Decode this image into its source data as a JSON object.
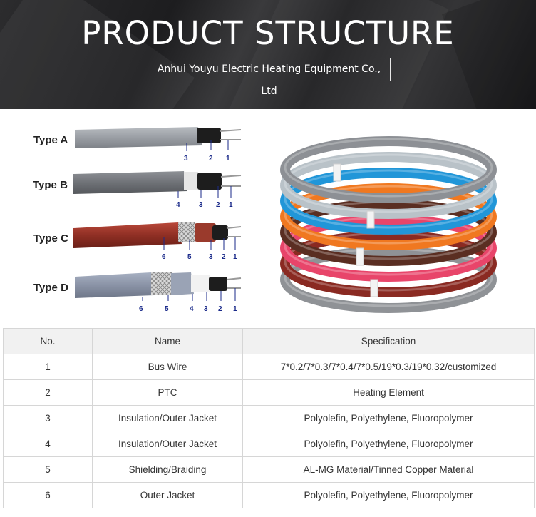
{
  "banner": {
    "title": "PRODUCT STRUCTURE",
    "company": "Anhui Youyu Electric Heating Equipment Co., Ltd"
  },
  "types": [
    {
      "label": "Type A",
      "numbers": [
        "3",
        "2",
        "1"
      ]
    },
    {
      "label": "Type B",
      "numbers": [
        "4",
        "3",
        "2",
        "1"
      ]
    },
    {
      "label": "Type C",
      "numbers": [
        "6",
        "5",
        "3",
        "2",
        "1"
      ]
    },
    {
      "label": "Type D",
      "numbers": [
        "6",
        "5",
        "4",
        "3",
        "2",
        "1"
      ]
    }
  ],
  "coil_colors": [
    "#8d9095",
    "#b9c2c8",
    "#2196d8",
    "#f07820",
    "#5a2e22",
    "#e8456a",
    "#8a2a22",
    "#8f9296"
  ],
  "table": {
    "headers": [
      "No.",
      "Name",
      "Specification"
    ],
    "rows": [
      [
        "1",
        "Bus Wire",
        "7*0.2/7*0.3/7*0.4/7*0.5/19*0.3/19*0.32/customized"
      ],
      [
        "2",
        "PTC",
        "Heating Element"
      ],
      [
        "3",
        "Insulation/Outer Jacket",
        "Polyolefin, Polyethylene, Fluoropolymer"
      ],
      [
        "4",
        "Insulation/Outer Jacket",
        "Polyolefin, Polyethylene, Fluoropolymer"
      ],
      [
        "5",
        "Shielding/Braiding",
        "AL-MG Material/Tinned Copper Material"
      ],
      [
        "6",
        "Outer Jacket",
        "Polyolefin, Polyethylene, Fluoropolymer"
      ]
    ]
  }
}
